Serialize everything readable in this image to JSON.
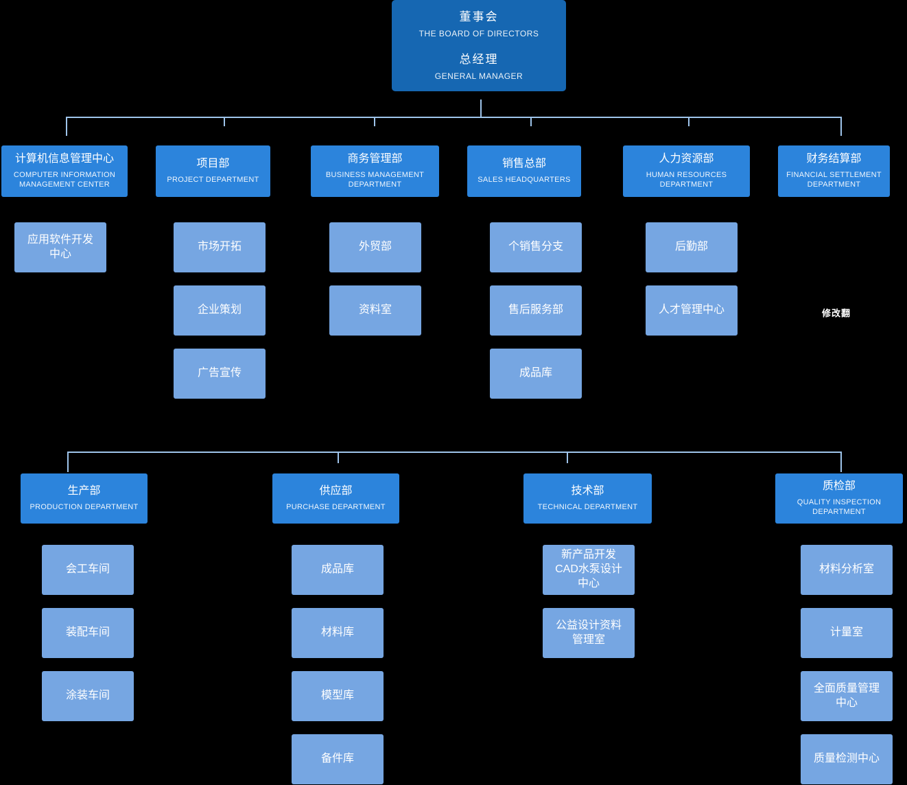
{
  "root": {
    "board_zh": "董事会",
    "board_en": "THE BOARD OF DIRECTORS",
    "gm_zh": "总经理",
    "gm_en": "GENERAL MANAGER"
  },
  "departments": [
    {
      "zh": "计算机信息管理中心",
      "en": "COMPUTER INFORMATION\nMANAGEMENT CENTER"
    },
    {
      "zh": "项目部",
      "en": "PROJECT DEPARTMENT"
    },
    {
      "zh": "商务管理部",
      "en": "BUSINESS MANAGEMENT\nDEPARTMENT"
    },
    {
      "zh": "销售总部",
      "en": "SALES HEADQUARTERS"
    },
    {
      "zh": "人力资源部",
      "en": "HUMAN RESOURCES\nDEPARTMENT"
    },
    {
      "zh": "财务结算部",
      "en": "FINANCIAL SETTLEMENT\nDEPARTMENT"
    },
    {
      "zh": "生产部",
      "en": "PRODUCTION DEPARTMENT"
    },
    {
      "zh": "供应部",
      "en": "PURCHASE DEPARTMENT"
    },
    {
      "zh": "技术部",
      "en": "TECHNICAL DEPARTMENT"
    },
    {
      "zh": "质检部",
      "en": "QUALITY INSPECTION\nDEPARTMENT"
    }
  ],
  "units": [
    "应用软件开发\n中心",
    "市场开拓",
    "企业策划",
    "广告宣传",
    "外贸部",
    "资料室",
    "个销售分支",
    "售后服务部",
    "成品库",
    "后勤部",
    "人才管理中心",
    "会工车间",
    "装配车间",
    "涂装车间",
    "成品库",
    "材料库",
    "模型库",
    "备件库",
    "新产品开发\nCAD水泵设计\n中心",
    "公益设计资料\n管理室",
    "材料分析室",
    "计量室",
    "全面质量管理\n中心",
    "质量检测中心"
  ],
  "watermark": "修改翻",
  "colors": {
    "lv1": "#1667b2",
    "lv2": "#2c84dc",
    "lv3": "#76a6e2",
    "line": "#9fc5ec",
    "text": "#ffffff"
  }
}
